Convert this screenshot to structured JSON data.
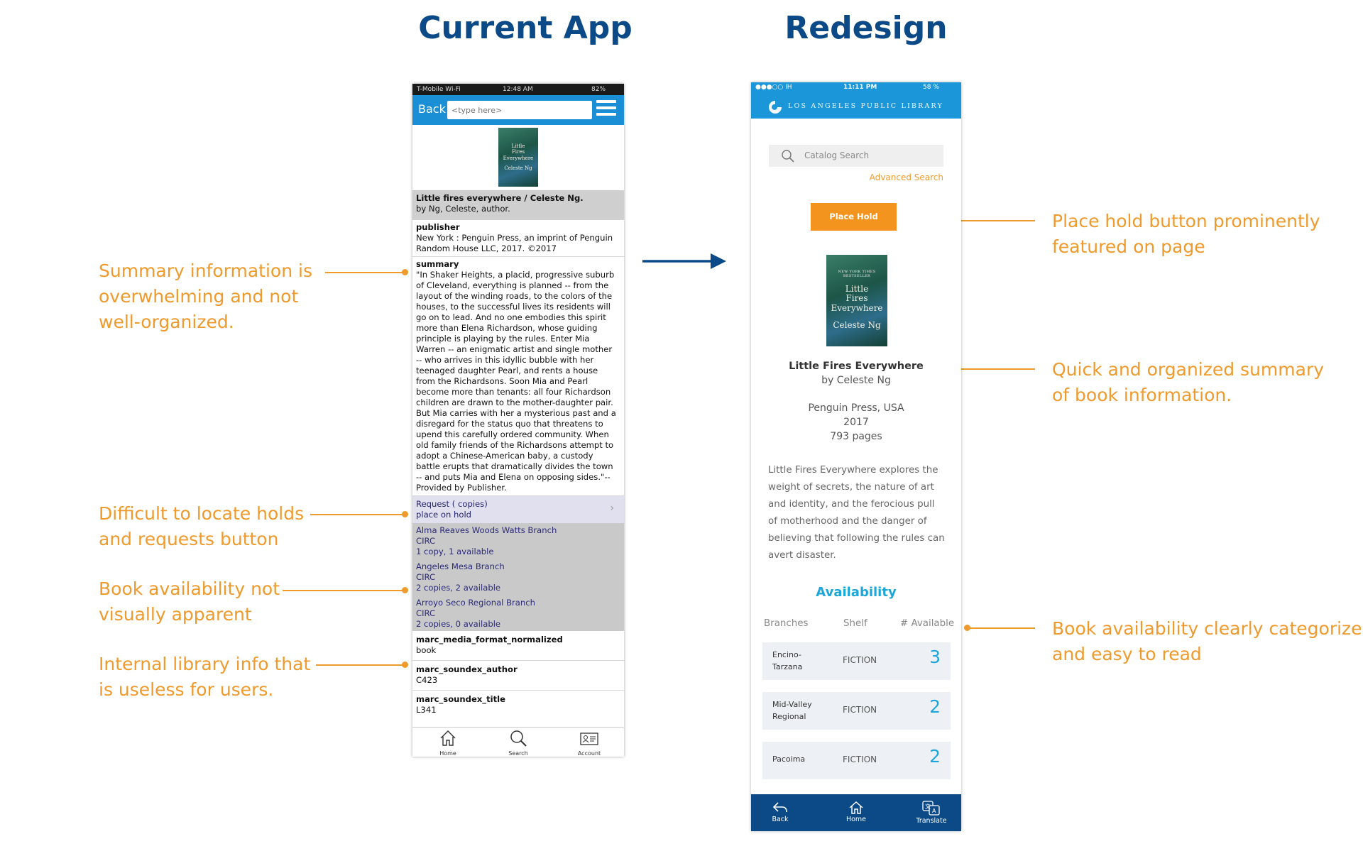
{
  "headings": {
    "current": "Current App",
    "redesign": "Redesign"
  },
  "annotations": {
    "colors": {
      "accent": "#ef9a2c",
      "heading": "#0b4a86"
    },
    "summary": [
      "Summary information is",
      "overwhelming and not",
      "well-organized."
    ],
    "holds": [
      "Difficult to locate holds",
      "and requests button"
    ],
    "availability_old": [
      "Book availability not",
      "visually apparent"
    ],
    "internal": [
      "Internal library info that",
      "is useless for users."
    ],
    "place_hold": [
      "Place hold button prominently",
      "featured on page"
    ],
    "quick_summary": [
      "Quick and organized summary",
      "of book information."
    ],
    "availability_new": [
      "Book availability clearly categorized",
      "and easy to read"
    ]
  },
  "old_app": {
    "status": {
      "carrier": "T-Mobile Wi-Fi",
      "time": "12:48 AM",
      "battery": "82%"
    },
    "nav": {
      "back_label": "Back",
      "search_placeholder": "<type here>"
    },
    "cover": {
      "line1": "Little",
      "line2": "Fires",
      "line3": "Everywhere",
      "line4": "Celeste Ng"
    },
    "title": "Little fires everywhere / Celeste Ng.",
    "author": "by Ng, Celeste, author.",
    "publisher": {
      "label": "publisher",
      "line1": "New York : Penguin Press, an imprint of Penguin",
      "line2": "Random House LLC, 2017. ©2017"
    },
    "summary": {
      "label": "summary",
      "lines": [
        "\"In Shaker Heights, a placid, progressive suburb",
        "of Cleveland, everything is planned -- from the",
        "layout of the winding roads, to the colors of the",
        "houses, to the successful lives its residents will",
        "go on to lead. And no one embodies this spirit",
        "more than Elena Richardson, whose guiding",
        "principle is playing by the rules. Enter Mia",
        "Warren -- an enigmatic artist and single mother",
        "-- who arrives in this idyllic bubble with her",
        "teenaged daughter Pearl, and rents a house",
        "from the Richardsons. Soon Mia and Pearl",
        "become more than tenants: all four Richardson",
        "children are drawn to the mother-daughter pair.",
        "But Mia carries with her a mysterious past and a",
        "disregard for the status quo that threatens to",
        "upend this carefully ordered community. When",
        "old family friends of the Richardsons attempt to",
        "adopt a Chinese-American baby, a custody",
        "battle erupts that dramatically divides the town",
        "-- and puts Mia and Elena on opposing sides.\"--",
        "Provided by Publisher."
      ]
    },
    "request": {
      "label": "Request ( copies)",
      "sub": "place on hold"
    },
    "branches": [
      {
        "name": "Alma Reaves Woods Watts Branch",
        "code": "CIRC",
        "avail": "1 copy, 1 available"
      },
      {
        "name": "Angeles Mesa Branch",
        "code": "CIRC",
        "avail": "2 copies, 2 available"
      },
      {
        "name": "Arroyo Seco Regional Branch",
        "code": "CIRC",
        "avail": "2 copies, 0 available"
      }
    ],
    "marc": [
      {
        "label": "marc_media_format_normalized",
        "value": "book"
      },
      {
        "label": "marc_soundex_author",
        "value": "C423"
      },
      {
        "label": "marc_soundex_title",
        "value": "L341"
      }
    ],
    "tabs": {
      "home": "Home",
      "search": "Search",
      "account": "Account"
    }
  },
  "new_app": {
    "status": {
      "carrier": "●●●○○ IH",
      "time": "11:11 PM",
      "battery": "58 %"
    },
    "library_name": "LOS ANGELES PUBLIC LIBRARY",
    "search_placeholder": "Catalog Search",
    "advanced_search": "Advanced Search",
    "place_hold": "Place Hold",
    "cover": {
      "top": "NEW YORK TIMES BESTSELLER",
      "line1": "Little",
      "line2": "Fires",
      "line3": "Everywhere",
      "line4": "Celeste Ng"
    },
    "title": "Little Fires Everywhere",
    "author": "by Celeste Ng",
    "publisher": "Penguin Press, USA",
    "year": "2017",
    "pages": "793 pages",
    "description": "Little Fires Everywhere explores the weight of secrets, the nature of art and identity, and the ferocious pull of motherhood and the danger of believing that following the rules can avert disaster.",
    "availability_title": "Availability",
    "columns": {
      "branches": "Branches",
      "shelf": "Shelf",
      "available": "# Available"
    },
    "rows": [
      {
        "branch_l1": "Encino-",
        "branch_l2": "Tarzana",
        "shelf": "FICTION",
        "count": "3"
      },
      {
        "branch_l1": "Mid-Valley",
        "branch_l2": "Regional",
        "shelf": "FICTION",
        "count": "2"
      },
      {
        "branch_l1": "Pacoima",
        "branch_l2": "",
        "shelf": "FICTION",
        "count": "2"
      }
    ],
    "footer": {
      "back": "Back",
      "home": "Home",
      "translate": "Translate"
    }
  }
}
